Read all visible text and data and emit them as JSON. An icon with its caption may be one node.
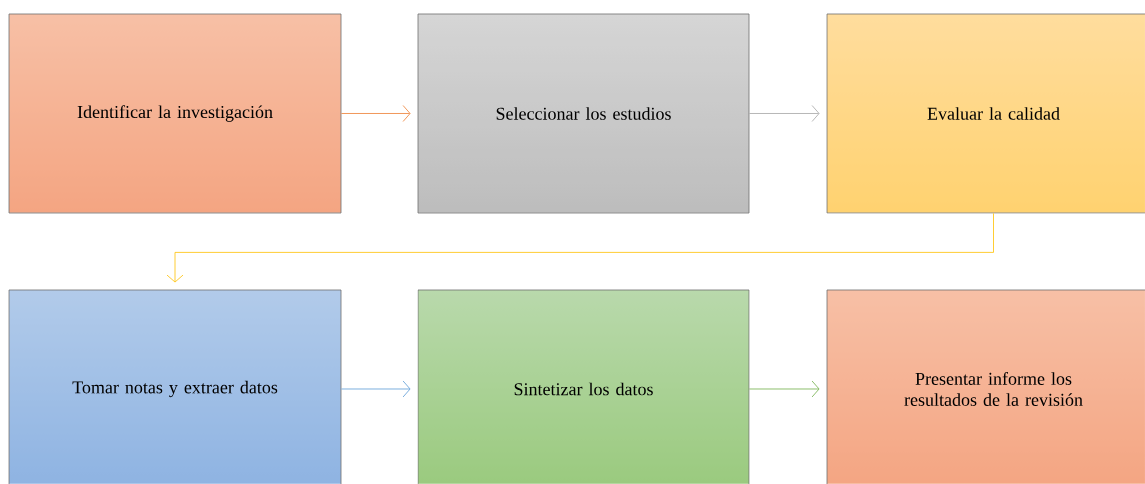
{
  "diagram": {
    "nodes": [
      {
        "text": [
          "Identificar la investigación"
        ]
      },
      {
        "text": [
          "Seleccionar los estudios"
        ]
      },
      {
        "text": [
          "Evaluar la calidad"
        ]
      },
      {
        "text": [
          "Tomar notas y extraer datos"
        ]
      },
      {
        "text": [
          "Sintetizar los datos"
        ]
      },
      {
        "text": [
          "Presentar informe los resultados de la revisión"
        ]
      }
    ],
    "edges": [
      {
        "from": 0,
        "to": 1,
        "arrow": "to",
        "color": "#ed7d31"
      },
      {
        "from": 1,
        "to": 2,
        "arrow": "to",
        "color": "#a5a5a5"
      },
      {
        "from": 2,
        "to": 3,
        "arrow": "to",
        "color": "#ffc000"
      },
      {
        "from": 3,
        "to": 4,
        "arrow": "to",
        "color": "#5b9bd5"
      },
      {
        "from": 4,
        "to": 5,
        "arrow": "to",
        "color": "#70ad47"
      }
    ]
  }
}
